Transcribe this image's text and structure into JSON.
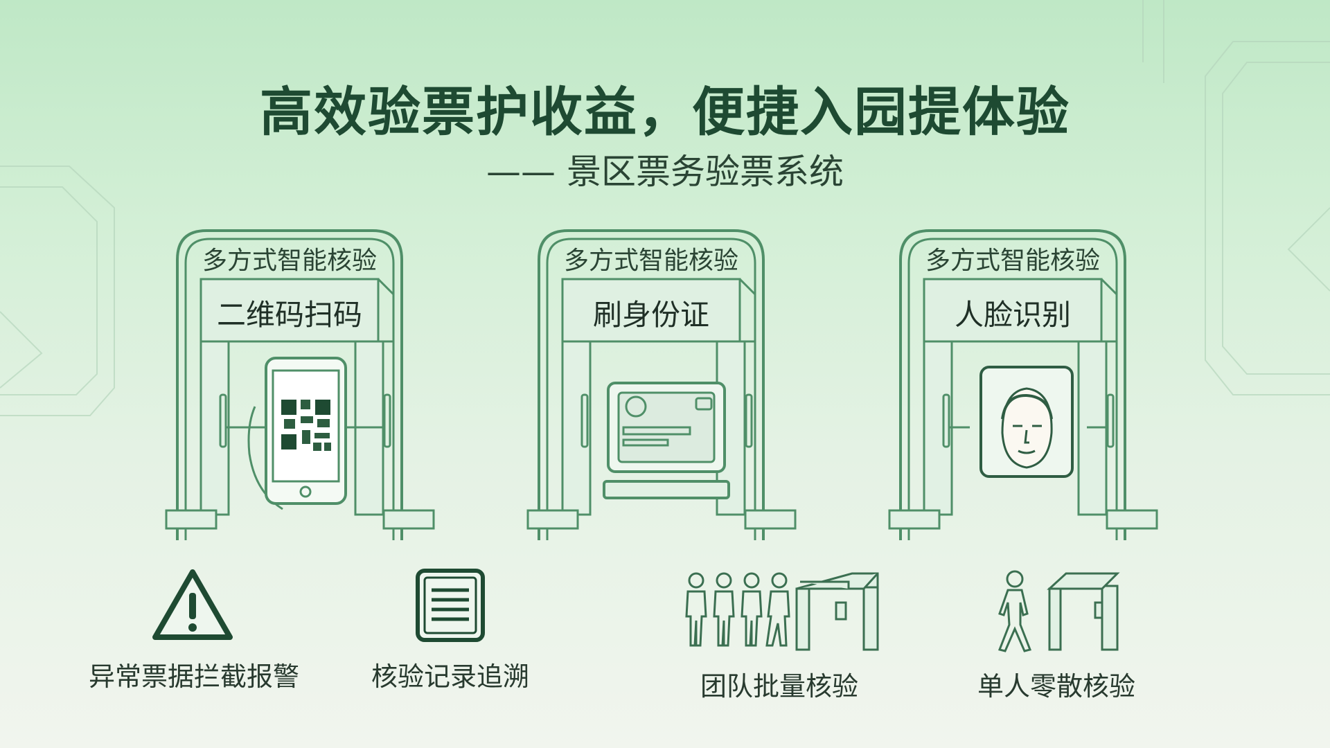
{
  "headline": "高效验票护收益，便捷入园提体验",
  "subtitle": "—— 景区票务验票系统",
  "colors": {
    "accent": "#1e4a32",
    "line": "#4f8f68",
    "fill": "#e1f1e4"
  },
  "gates": [
    {
      "caption": "多方式智能核验",
      "method": "二维码扫码",
      "icon": "qr-phone-icon"
    },
    {
      "caption": "多方式智能核验",
      "method": "刷身份证",
      "icon": "id-card-reader-icon"
    },
    {
      "caption": "多方式智能核验",
      "method": "人脸识别",
      "icon": "face-scan-icon"
    }
  ],
  "features": [
    {
      "label": "异常票据拦截报警",
      "icon": "warning-icon"
    },
    {
      "label": "核验记录追溯",
      "icon": "document-list-icon"
    },
    {
      "label": "团队批量核验",
      "icon": "group-gate-icon"
    },
    {
      "label": "单人零散核验",
      "icon": "single-walker-gate-icon"
    }
  ]
}
